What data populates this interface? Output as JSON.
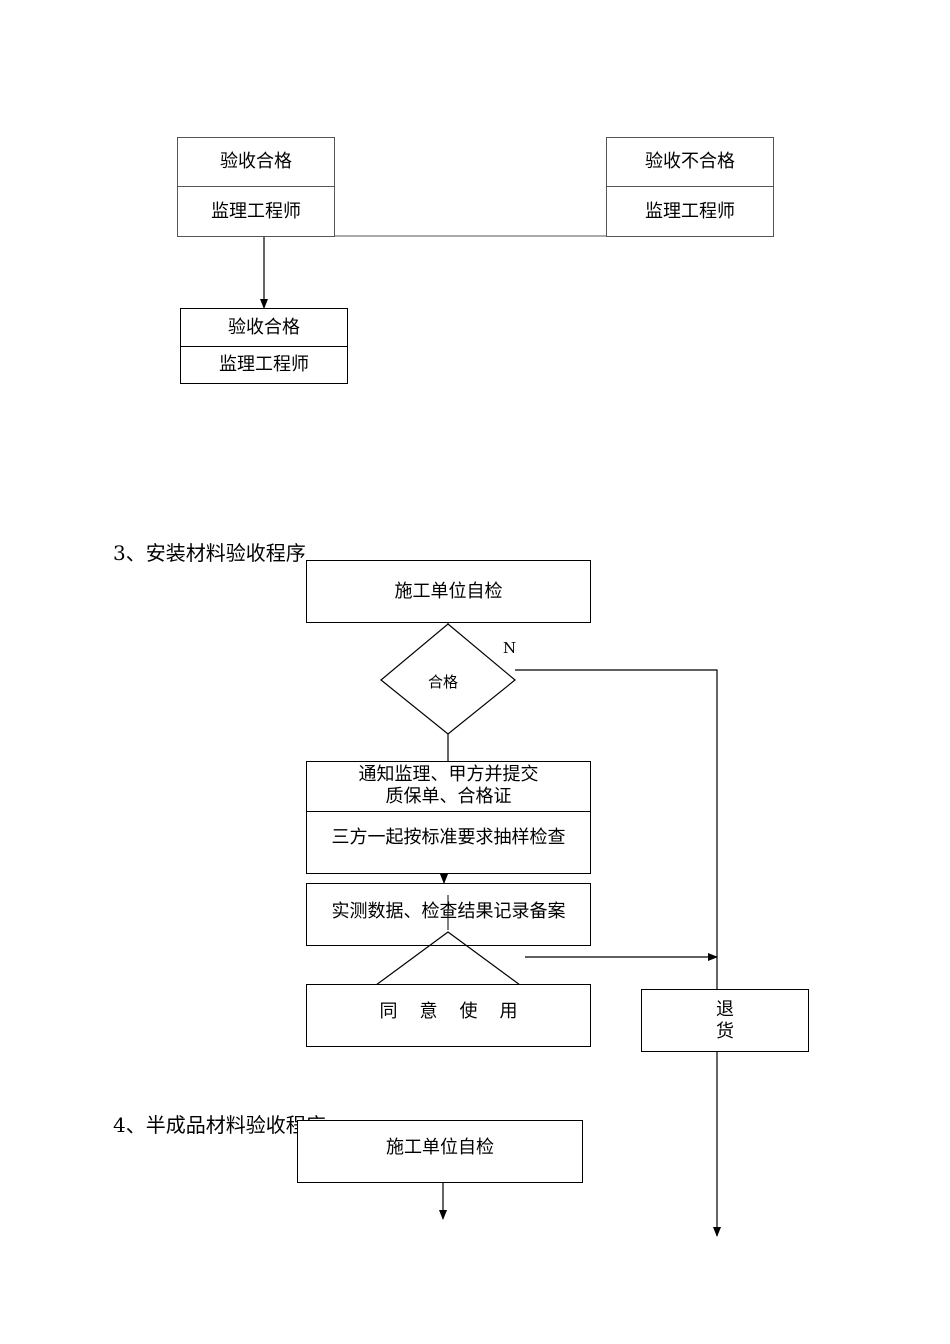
{
  "top": {
    "pass_box": {
      "title": "验收合格",
      "role": "监理工程师"
    },
    "fail_box": {
      "title": "验收不合格",
      "role": "监理工程师"
    },
    "pass_box_2": {
      "title": "验收合格",
      "role": "监理工程师"
    }
  },
  "section3": {
    "heading": "3、安装材料验收程序",
    "self_check": "施工单位自检",
    "decision_label": "合格",
    "no_label": "N",
    "notify_line1": "通知监理、甲方并提交",
    "notify_line2": "质保单、合格证",
    "sampling": "三方一起按标准要求抽样检查",
    "record": "实测数据、检查结果记录备案",
    "approve": "同意使用",
    "reject": "退货"
  },
  "section4": {
    "heading": "4、半成品材料验收程序",
    "self_check": "施工单位自检"
  }
}
